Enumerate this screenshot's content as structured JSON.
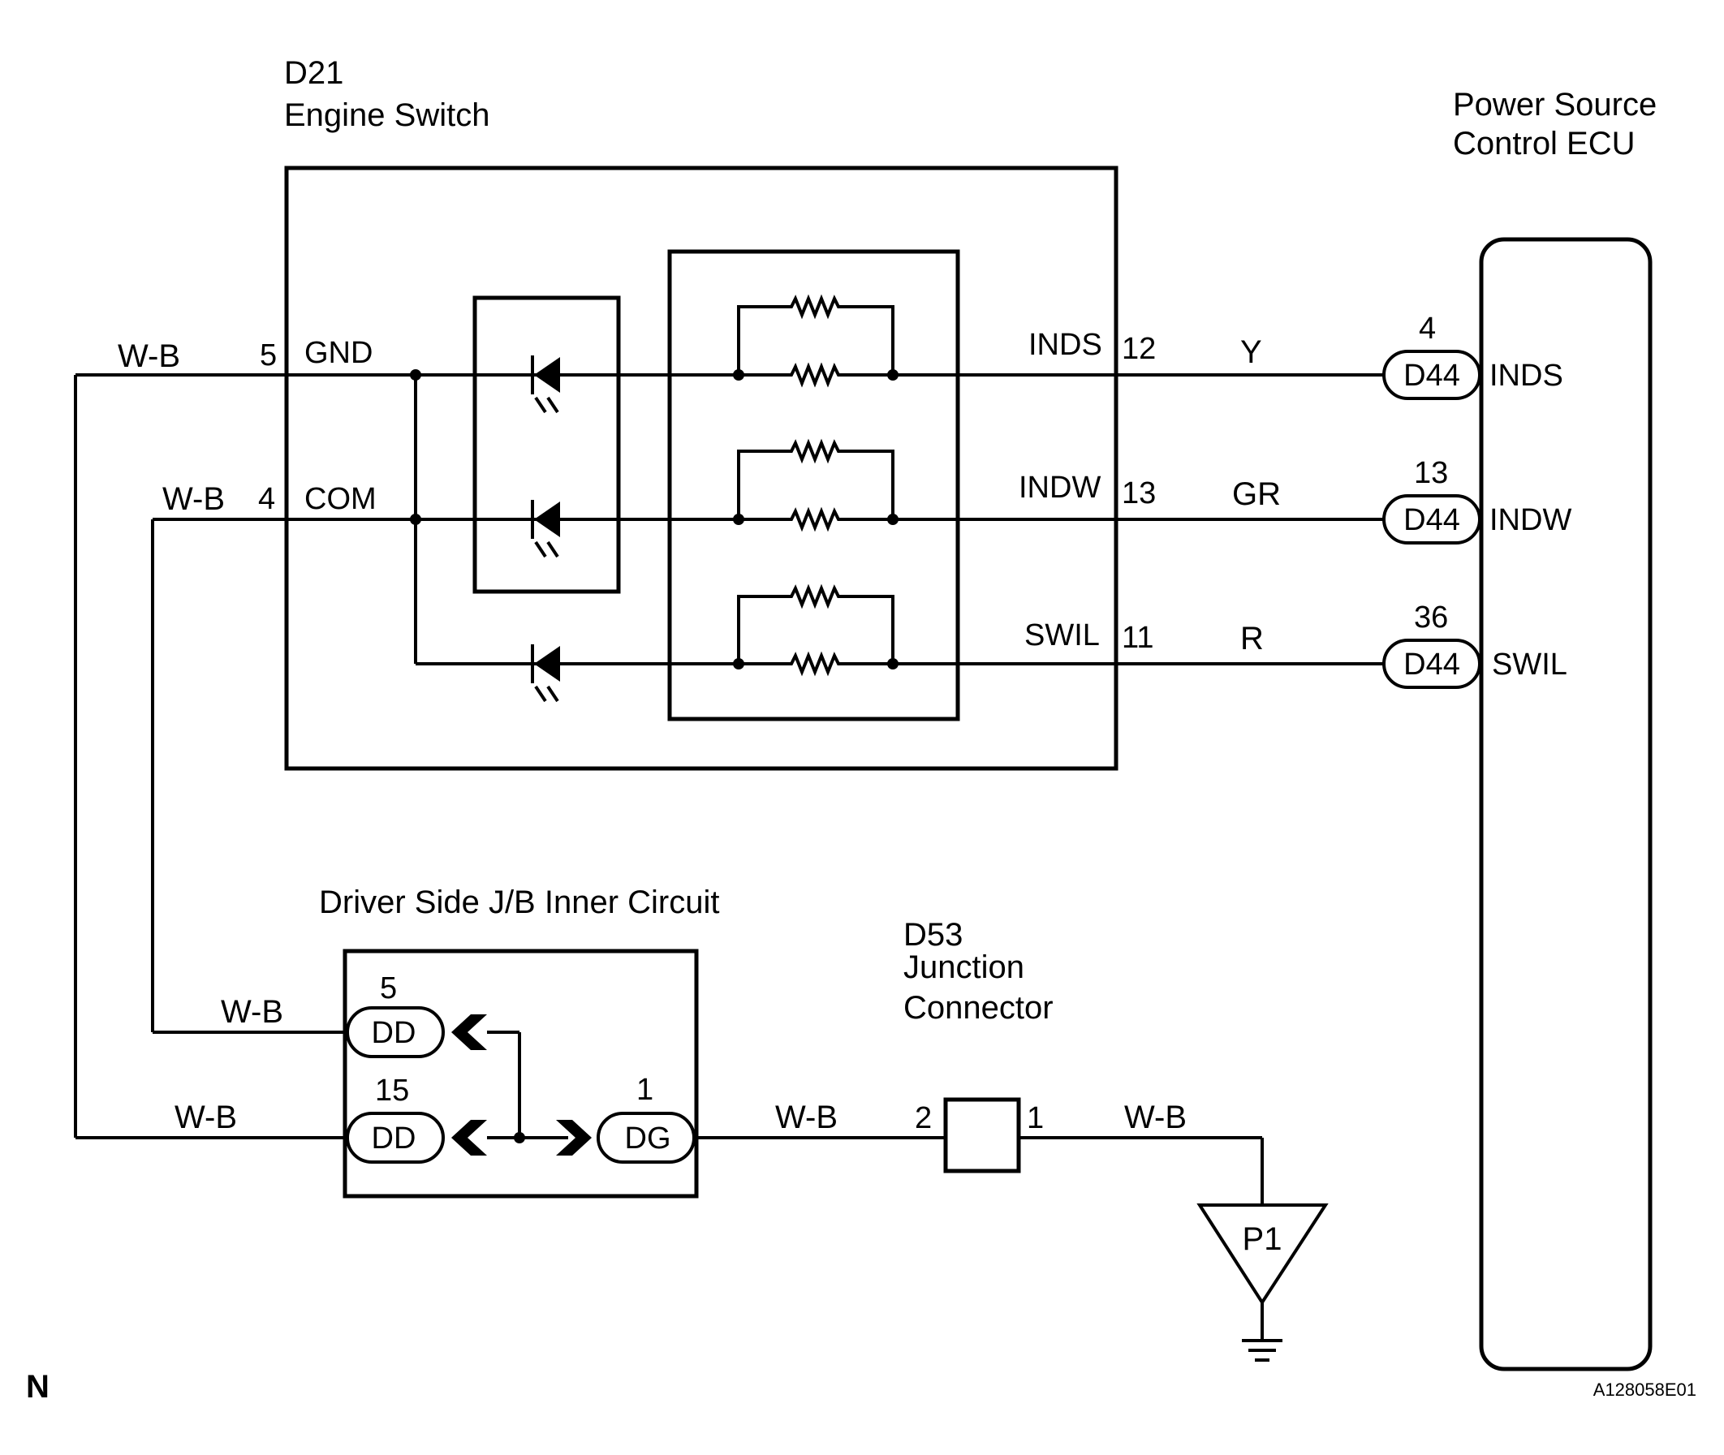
{
  "colors": {
    "line": "#000000",
    "background": "#ffffff"
  },
  "engine_switch": {
    "connector": "D21",
    "name": "Engine Switch",
    "pins": [
      {
        "num": "5",
        "name": "GND",
        "wire": "W-B"
      },
      {
        "num": "4",
        "name": "COM",
        "wire": "W-B"
      }
    ],
    "outputs": [
      {
        "name": "INDS",
        "num": "12",
        "wire": "Y"
      },
      {
        "name": "INDW",
        "num": "13",
        "wire": "GR"
      },
      {
        "name": "SWIL",
        "num": "11",
        "wire": "R"
      }
    ]
  },
  "ecu": {
    "name_line1": "Power Source",
    "name_line2": "Control ECU",
    "terminals": [
      {
        "pin": "4",
        "connector": "D44",
        "name": "INDS"
      },
      {
        "pin": "13",
        "connector": "D44",
        "name": "INDW"
      },
      {
        "pin": "36",
        "connector": "D44",
        "name": "SWIL"
      }
    ]
  },
  "jb": {
    "title": "Driver Side J/B Inner Circuit",
    "connectors": [
      {
        "pin": "5",
        "connector": "DD",
        "wire": "W-B"
      },
      {
        "pin": "15",
        "connector": "DD",
        "wire": "W-B"
      },
      {
        "pin": "1",
        "connector": "DG",
        "wire": "W-B"
      }
    ]
  },
  "junction": {
    "connector": "D53",
    "name_line1": "Junction",
    "name_line2": "Connector",
    "pin_left": "2",
    "pin_right": "1",
    "wire_out": "W-B"
  },
  "ground": {
    "label": "P1"
  },
  "footer": {
    "left": "N",
    "right": "A128058E01"
  }
}
